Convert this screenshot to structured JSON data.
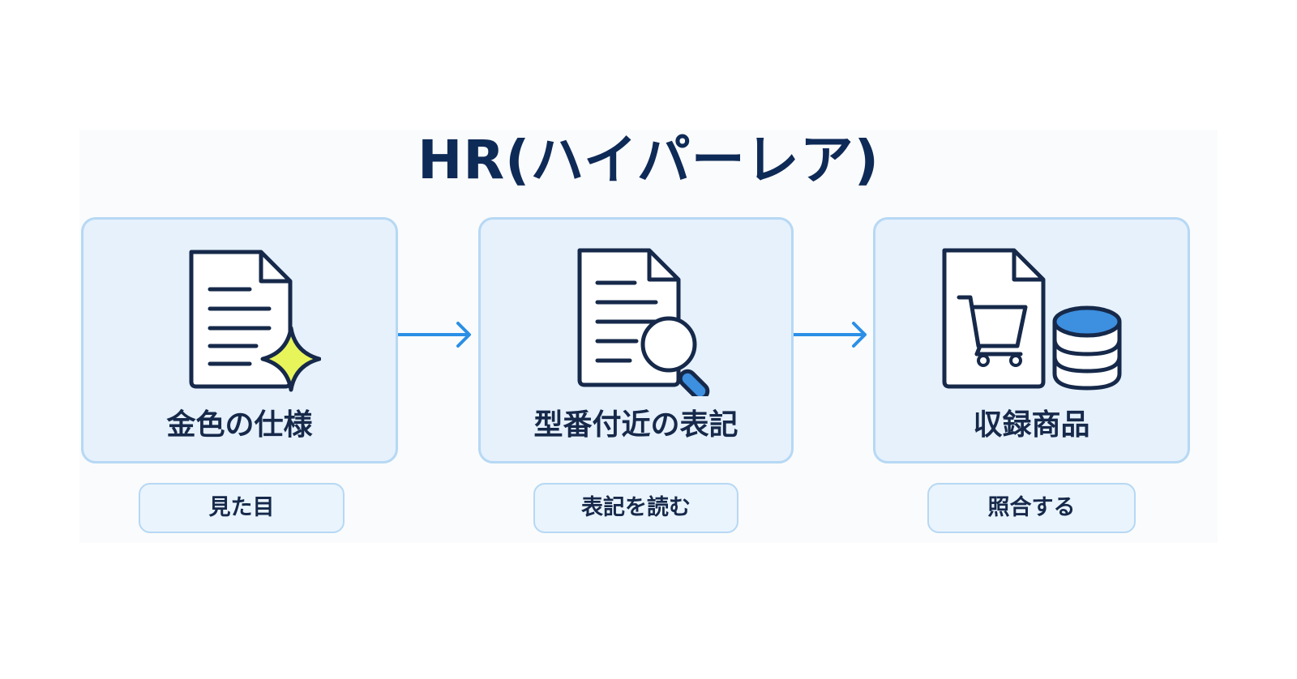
{
  "title": "HR(ハイパーレア)",
  "steps": [
    {
      "label": "金色の仕様",
      "icon": "document-sparkle-icon",
      "caption": "見た目"
    },
    {
      "label": "型番付近の表記",
      "icon": "document-search-icon",
      "caption": "表記を読む"
    },
    {
      "label": "収録商品",
      "icon": "document-cart-database-icon",
      "caption": "照合する"
    }
  ],
  "colors": {
    "title": "#0e2a57",
    "card_fill": "#e6f1fc",
    "card_border": "#b6d8f4",
    "arrow": "#2b8fe6",
    "icon_stroke": "#16294a",
    "sparkle": "#e7f55a",
    "search_handle": "#3d8fe0",
    "database_top": "#3d8fe0"
  }
}
